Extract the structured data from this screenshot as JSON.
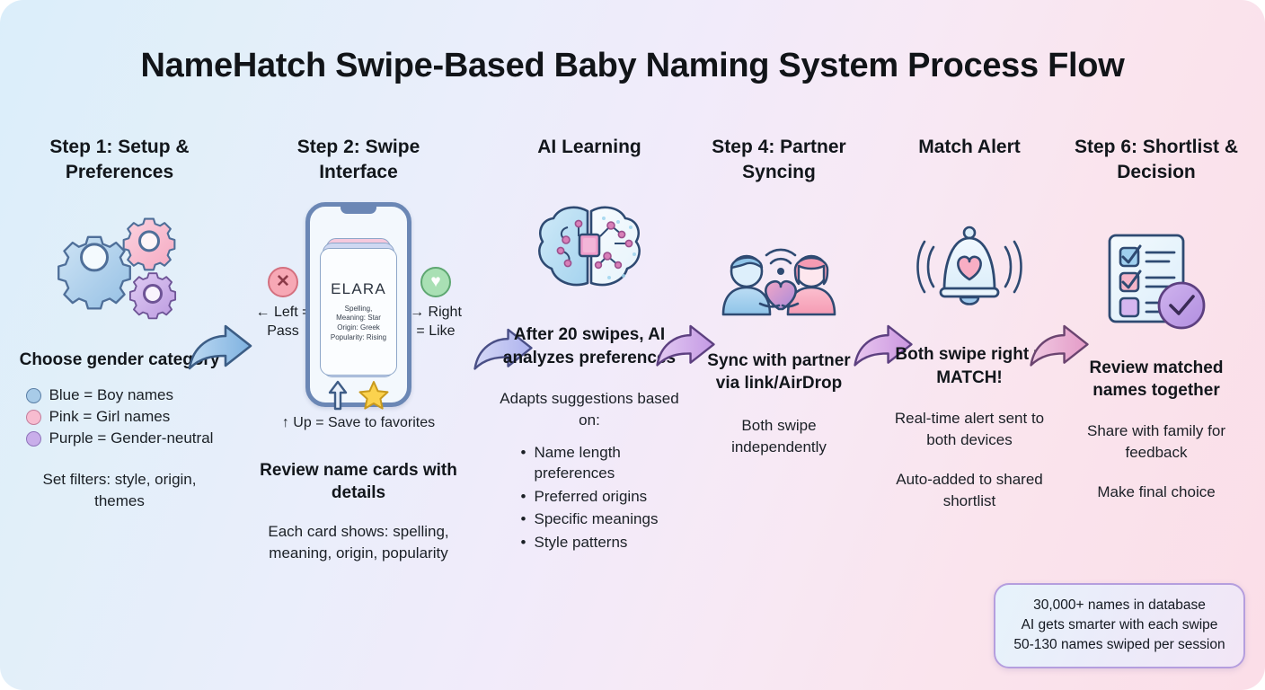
{
  "title": "NameHatch Swipe-Based Baby Naming System Process Flow",
  "colors": {
    "bg_start": "#dbeefa",
    "bg_end": "#fbdee8",
    "blue": "#a8cbe8",
    "pink": "#f7bcd0",
    "purple": "#c9aeea",
    "stats_border": "#b59ede"
  },
  "columns": [
    {
      "id": "setup",
      "heading": "Step 1: Setup & Preferences",
      "icon": "gears-icon",
      "main": "Choose gender category",
      "legend": [
        {
          "color": "blue",
          "label": "Blue = Boy names"
        },
        {
          "color": "pink",
          "label": "Pink = Girl names"
        },
        {
          "color": "purple",
          "label": "Purple = Gender-neutral"
        }
      ],
      "sub": "Set filters: style, origin, themes"
    },
    {
      "id": "swipe",
      "heading": "Step 2: Swipe Interface",
      "icon": "phone-swipe-icon",
      "card": {
        "name": "ELARA",
        "lines": [
          "Spelling,",
          "Meaning: Star",
          "Origin: Greek",
          "Popularity: Rising"
        ]
      },
      "left_badge": "✕",
      "left_label": "← Left = Pass",
      "right_badge": "♡",
      "right_label": "→ Right = Like",
      "up_label": "↑ Up = Save to favorites",
      "main": "Review name cards with details",
      "sub": "Each card shows: spelling, meaning, origin, popularity"
    },
    {
      "id": "ai",
      "heading": "AI Learning",
      "icon": "brain-chip-icon",
      "main": "After 20 swipes, AI analyzes preferences",
      "sub": "Adapts suggestions based on:",
      "bullets": [
        "Name length preferences",
        "Preferred origins",
        "Specific meanings",
        "Style patterns"
      ]
    },
    {
      "id": "partner",
      "heading": "Step 4: Partner Syncing",
      "icon": "partners-sync-icon",
      "main": "Sync with partner via link/AirDrop",
      "sub": "Both swipe independently"
    },
    {
      "id": "match",
      "heading": "Match Alert",
      "icon": "bell-heart-icon",
      "main": "Both swipe right = MATCH!",
      "sub": "Real-time alert sent to both devices",
      "sub2": "Auto-added to shared shortlist"
    },
    {
      "id": "shortlist",
      "heading": "Step 6: Shortlist & Decision",
      "icon": "checklist-approved-icon",
      "main": "Review matched names together",
      "sub": "Share with family for feedback",
      "sub2": "Make final choice"
    }
  ],
  "stats": [
    "30,000+ names in database",
    "AI gets smarter with each swipe",
    "50-130 names swiped per session"
  ]
}
